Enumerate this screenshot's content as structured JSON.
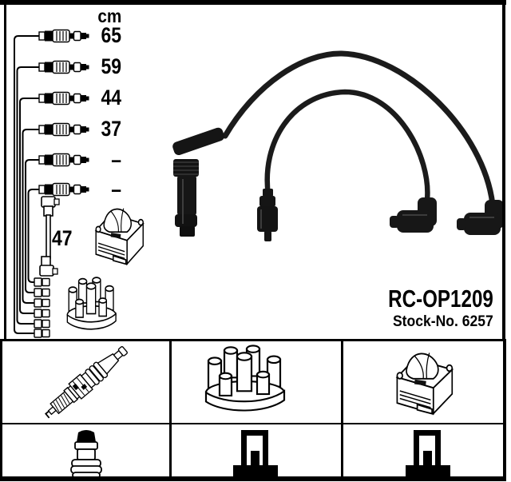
{
  "unit_header": "cm",
  "cable_rows": [
    {
      "length": "65"
    },
    {
      "length": "59"
    },
    {
      "length": "44"
    },
    {
      "length": "37"
    },
    {
      "length": "–"
    },
    {
      "length": "–"
    }
  ],
  "coil_cable_length": "47",
  "part": {
    "code": "RC-OP1209",
    "stock": "Stock-No. 6257"
  },
  "legend": {
    "items": [
      {
        "icon": "spark-plug-icon"
      },
      {
        "icon": "distributor-cap-icon"
      },
      {
        "icon": "ignition-coil-icon"
      },
      {
        "icon": "plug-connector-icon"
      },
      {
        "icon": "terminal-connector-icon"
      },
      {
        "icon": "terminal-connector-icon"
      }
    ]
  },
  "colors": {
    "line": "#000000",
    "cable_photo": "#1a1a1a",
    "background": "#ffffff"
  }
}
